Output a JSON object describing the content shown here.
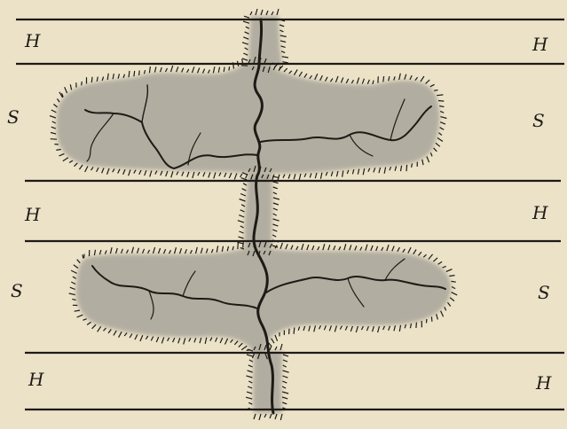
{
  "labels": {
    "band1_left": "H",
    "band1_right": "H",
    "zone1_left": "S",
    "zone1_right": "S",
    "band2_left": "H",
    "band2_right": "H",
    "zone2_left": "S",
    "zone2_right": "S",
    "band3_left": "H",
    "band3_right": "H"
  },
  "colors": {
    "paper": "#ebe2c8",
    "ink": "#1e1a16",
    "shading": "#a8a49a"
  }
}
